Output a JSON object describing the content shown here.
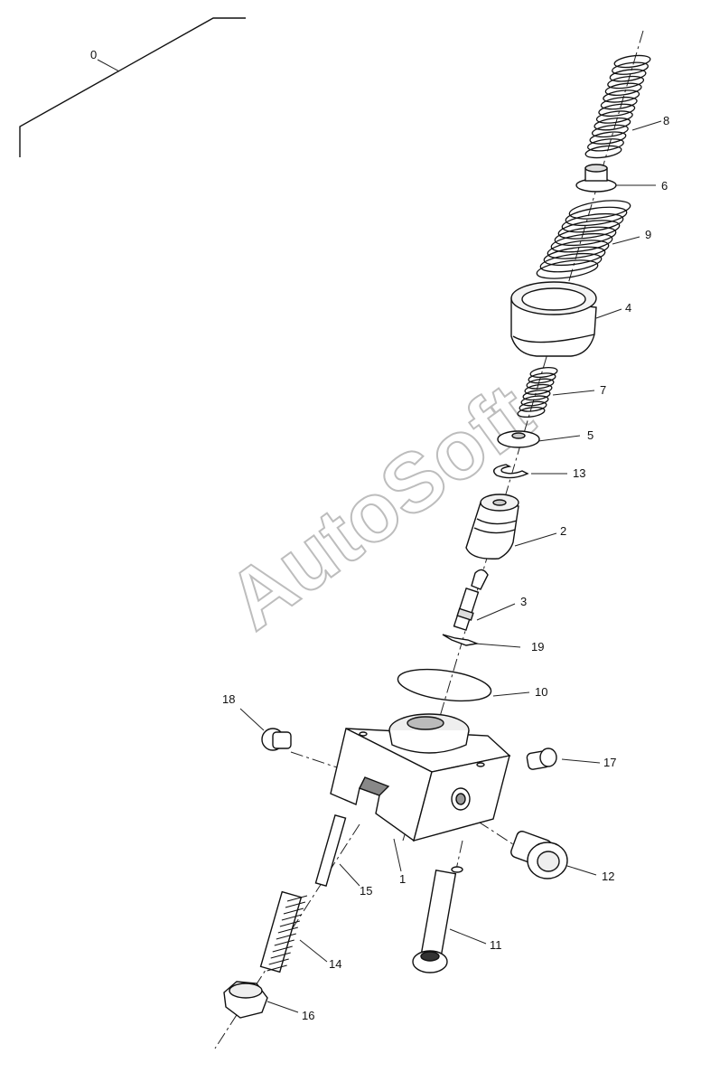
{
  "watermark": "AutoSoft",
  "group_label": "0",
  "callouts": {
    "c1": "1",
    "c2": "2",
    "c3": "3",
    "c4": "4",
    "c5": "5",
    "c6": "6",
    "c7": "7",
    "c8": "8",
    "c9": "9",
    "c10": "10",
    "c11": "11",
    "c12": "12",
    "c13": "13",
    "c14": "14",
    "c15": "15",
    "c16": "16",
    "c17": "17",
    "c18": "18",
    "c19": "19"
  }
}
